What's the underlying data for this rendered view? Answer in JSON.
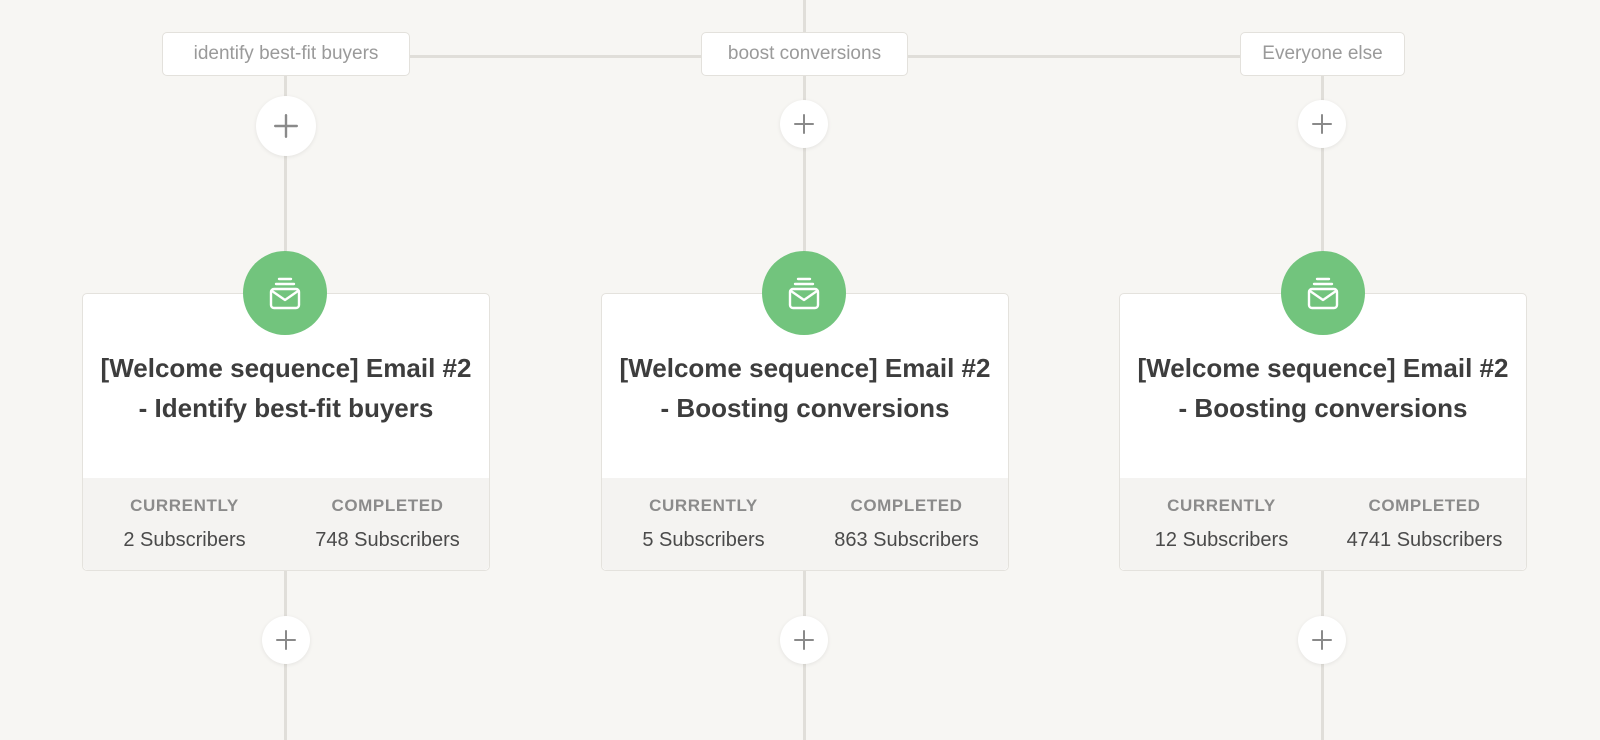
{
  "branches": [
    {
      "label": "identify best-fit buyers",
      "card": {
        "title": "[Welcome sequence] Email #2 - Identify best-fit buyers",
        "icon": "email-icon",
        "currently_label": "CURRENTLY",
        "currently_value": "2 Subscribers",
        "completed_label": "COMPLETED",
        "completed_value": "748 Subscribers"
      }
    },
    {
      "label": "boost conversions",
      "card": {
        "title": "[Welcome sequence] Email #2 - Boosting conversions",
        "icon": "email-icon",
        "currently_label": "CURRENTLY",
        "currently_value": "5 Subscribers",
        "completed_label": "COMPLETED",
        "completed_value": "863 Subscribers"
      }
    },
    {
      "label": "Everyone else",
      "card": {
        "title": "[Welcome sequence] Email #2 - Boosting conversions",
        "icon": "email-icon",
        "currently_label": "CURRENTLY",
        "currently_value": "12 Subscribers",
        "completed_label": "COMPLETED",
        "completed_value": "4741 Subscribers"
      }
    }
  ],
  "add_button_icon": "plus-icon",
  "colors": {
    "background": "#f7f6f3",
    "email_badge": "#72c47d",
    "connector": "#e0ded9",
    "stats_band": "#f4f3f1"
  }
}
